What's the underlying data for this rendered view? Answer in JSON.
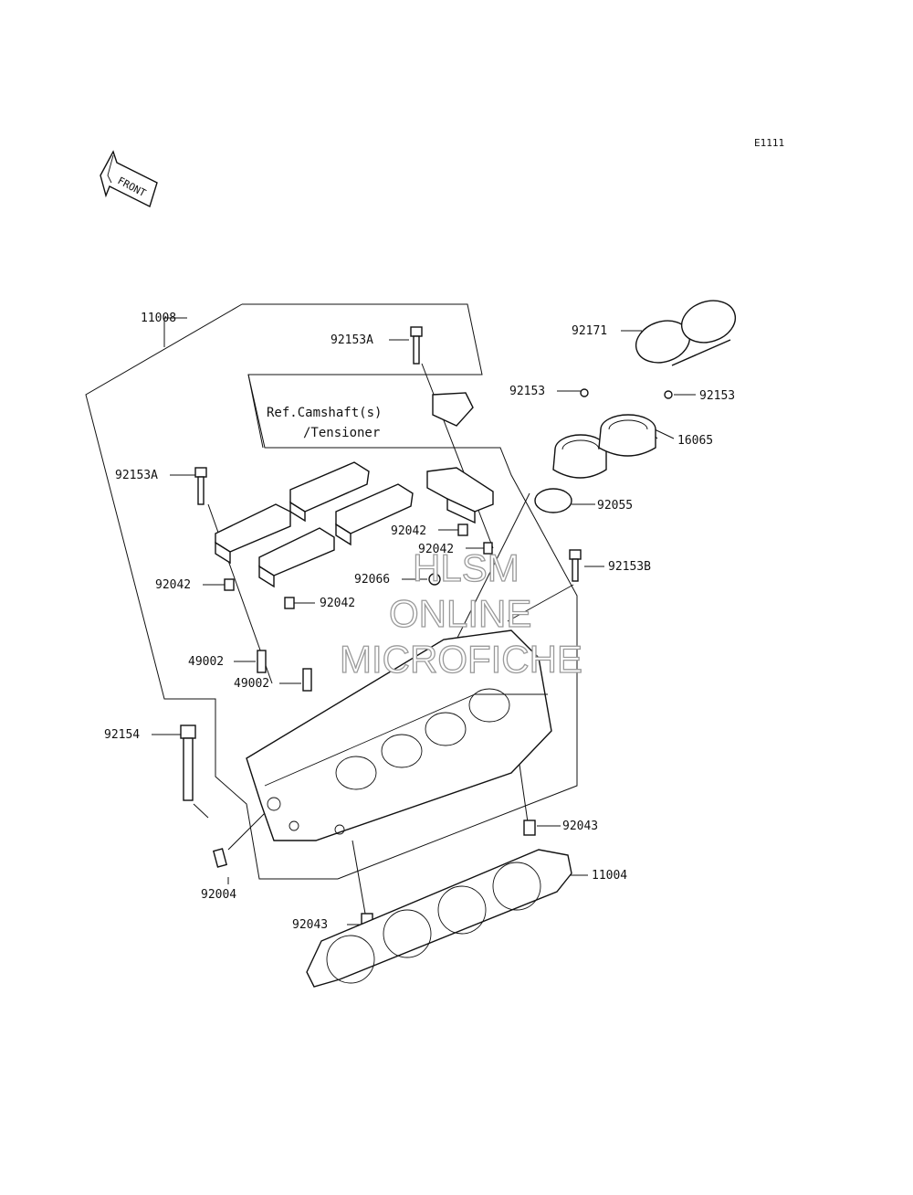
{
  "diagram_code": "E1111",
  "front_arrow_text": "FRONT",
  "reference_note": [
    "Ref.Camshaft(s)",
    "/Tensioner"
  ],
  "watermark": [
    "HLSM",
    "ONLINE",
    "MICROFICHE"
  ],
  "part_labels": {
    "p11008": "11008",
    "p92153A_top": "92153A",
    "p92171": "92171",
    "p92153_left": "92153",
    "p92153_right": "92153",
    "p16065": "16065",
    "p92153A_left": "92153A",
    "p92055": "92055",
    "p92042_mid": "92042",
    "p92042_right": "92042",
    "p92066": "92066",
    "p92153B": "92153B",
    "p92042_left": "92042",
    "p92042_low": "92042",
    "p49002_a": "49002",
    "p49002_b": "49002",
    "p92154": "92154",
    "p92043_right": "92043",
    "p11004": "11004",
    "p92004": "92004",
    "p92043_low": "92043"
  }
}
